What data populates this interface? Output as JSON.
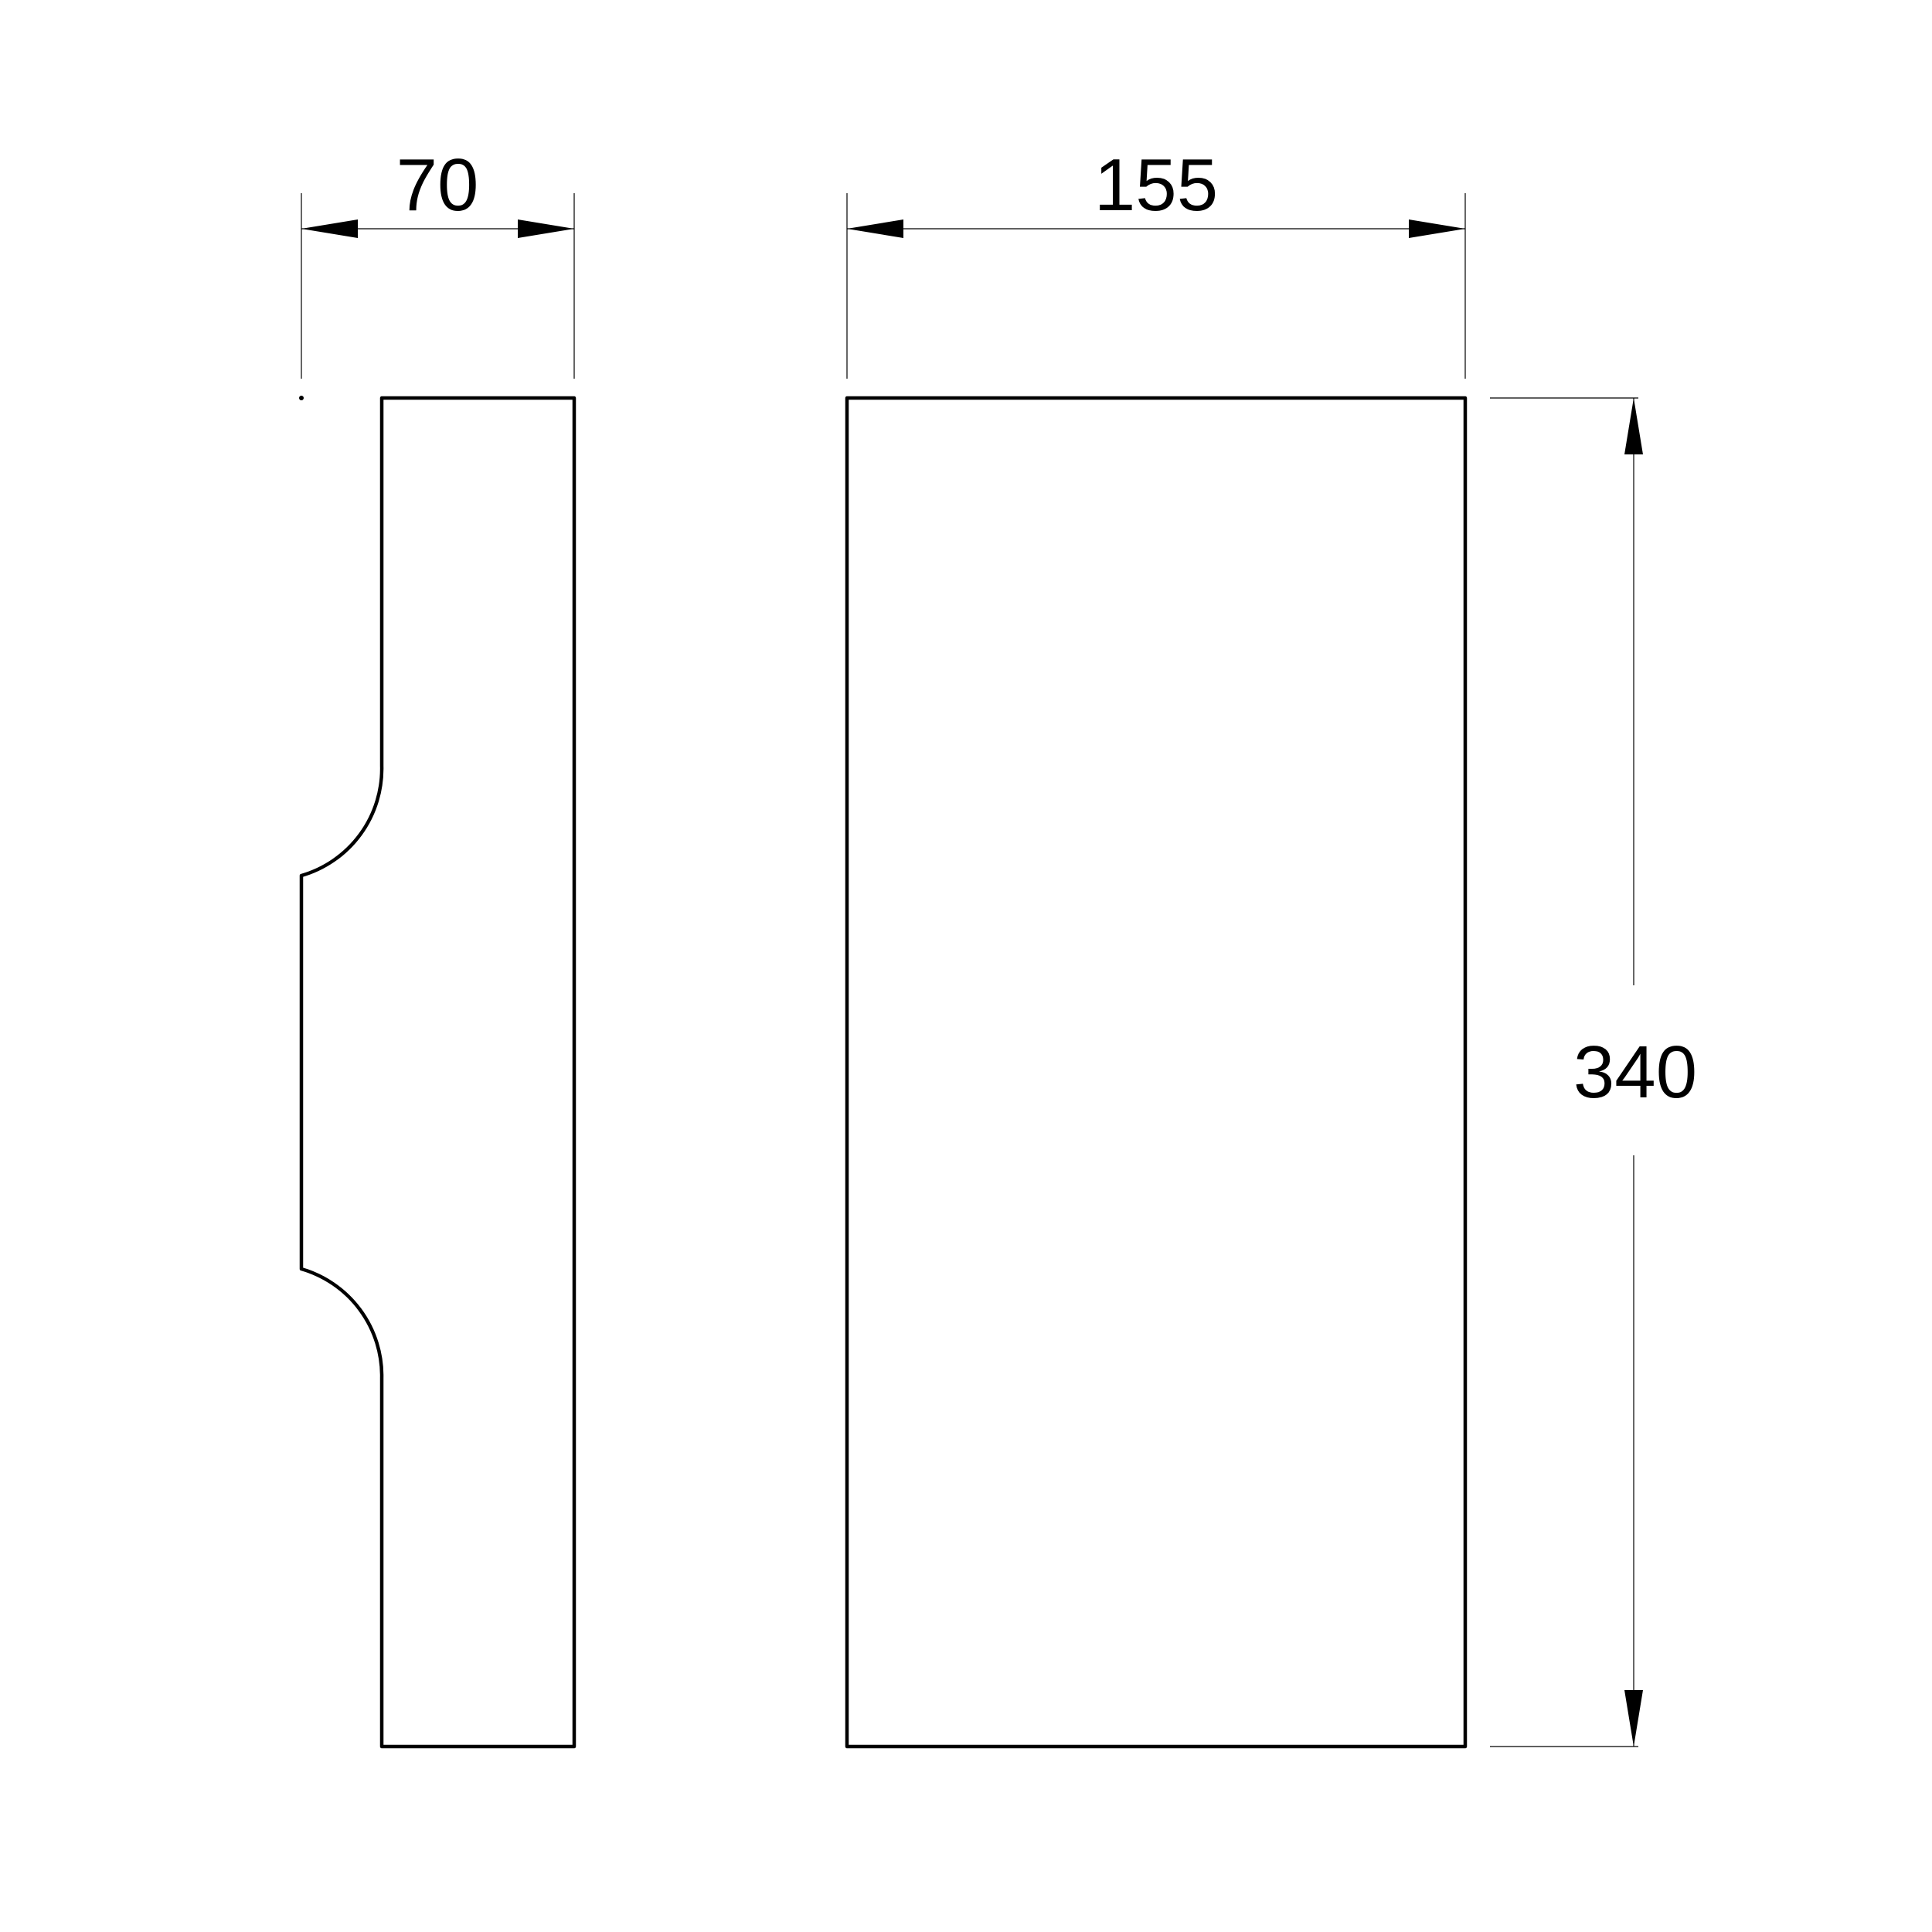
{
  "drawing": {
    "side_view": {
      "width_label": "70"
    },
    "front_view": {
      "width_label": "155",
      "height_label": "340"
    },
    "colors": {
      "line": "#000000",
      "background": "#ffffff"
    }
  }
}
